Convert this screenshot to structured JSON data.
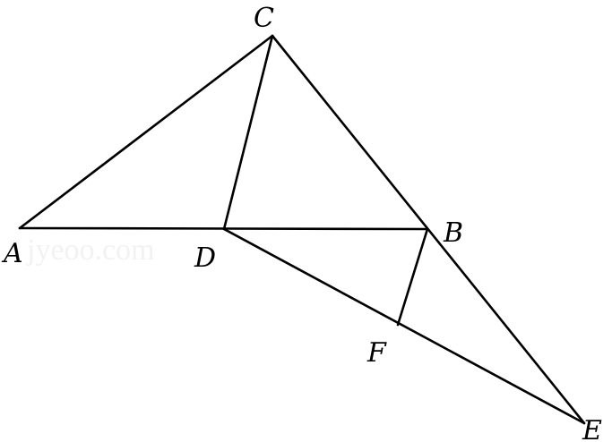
{
  "diagram": {
    "points": {
      "A": "A",
      "B": "B",
      "C": "C",
      "D": "D",
      "E": "E",
      "F": "F"
    },
    "segments": [
      "AC",
      "AB",
      "CD",
      "CE",
      "DE",
      "BF"
    ],
    "watermark": "jyeoo.com"
  }
}
